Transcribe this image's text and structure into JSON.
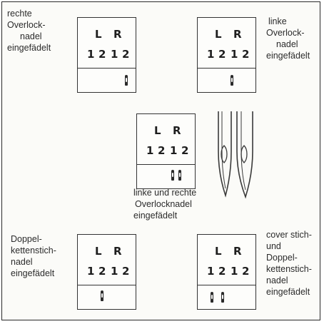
{
  "panel_letters": {
    "left": "L",
    "right": "R"
  },
  "panel_numbers": [
    "1",
    "2",
    "1",
    "2"
  ],
  "captions": {
    "top_left": [
      "rechte",
      "Overlock-",
      "nadel",
      "eingefädelt"
    ],
    "top_right": [
      "linke",
      "Overlock-",
      "nadel",
      "eingefädelt"
    ],
    "center": [
      "linke und rechte",
      "Overlocknadel",
      "eingefädelt"
    ],
    "bottom_left": [
      "Doppel-",
      "kettenstich-",
      "nadel",
      "eingefädelt"
    ],
    "bottom_right": [
      "cover stich-",
      "und",
      "Doppel-",
      "kettenstich-",
      "nadel",
      "eingefädelt"
    ]
  },
  "colors": {
    "ink": "#2b2b2b",
    "paper": "#fbfbf8"
  }
}
